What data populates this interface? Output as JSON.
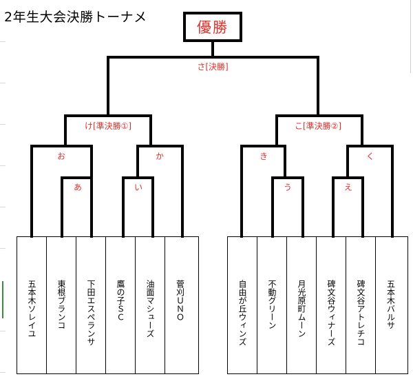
{
  "title": "2年生大会決勝トーナメ",
  "champion_label": "優勝",
  "final_label": "さ[決勝]",
  "semi_labels": [
    "け[準決勝①]",
    "こ[準決勝②]"
  ],
  "match_labels": {
    "o": "お",
    "ka": "か",
    "ki": "き",
    "ku": "く",
    "a": "あ",
    "i": "い",
    "u": "う",
    "e": "え"
  },
  "teams_left": [
    "五本木ソレイユ",
    "東根ブランコ",
    "下田エスペランサ",
    "鷹の子ＳＣ",
    "油面マシューズ",
    "菅刈ＵＮＯ"
  ],
  "teams_right": [
    "自由が丘ウィンズ",
    "不動グリーン",
    "月光原町ムーン",
    "碑文谷ウィナーズ",
    "碑文谷アトレチコ",
    "五本木バルサ"
  ],
  "colors": {
    "label": "#e0302a",
    "line": "#000000"
  }
}
